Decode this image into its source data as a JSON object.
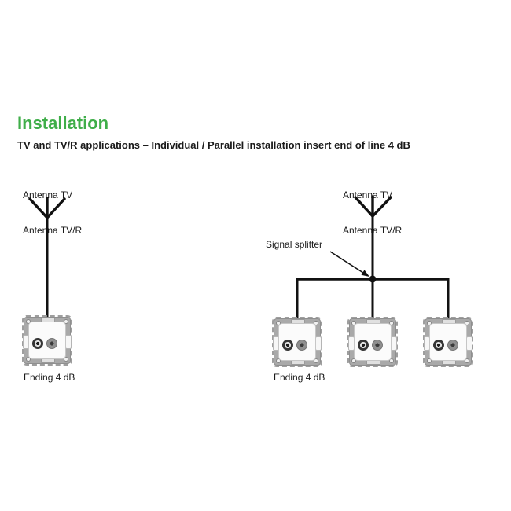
{
  "page": {
    "heading": "Installation",
    "subtitle": "TV and TV/R applications – Individual / Parallel installation insert end of line 4 dB"
  },
  "colors": {
    "heading_green": "#3fae49",
    "wire_black": "#111111",
    "outlet_frame_gray": "#a9a9a9",
    "outlet_plate_white": "#fbfbfb"
  },
  "left_diagram": {
    "antenna_label_line1": "Antenna TV",
    "antenna_label_line2": "Antenna TV/R",
    "ending_label": "Ending 4 dB"
  },
  "right_diagram": {
    "antenna_label_line1": "Antenna TV",
    "antenna_label_line2": "Antenna TV/R",
    "splitter_label": "Signal splitter",
    "ending_label": "Ending 4 dB"
  }
}
